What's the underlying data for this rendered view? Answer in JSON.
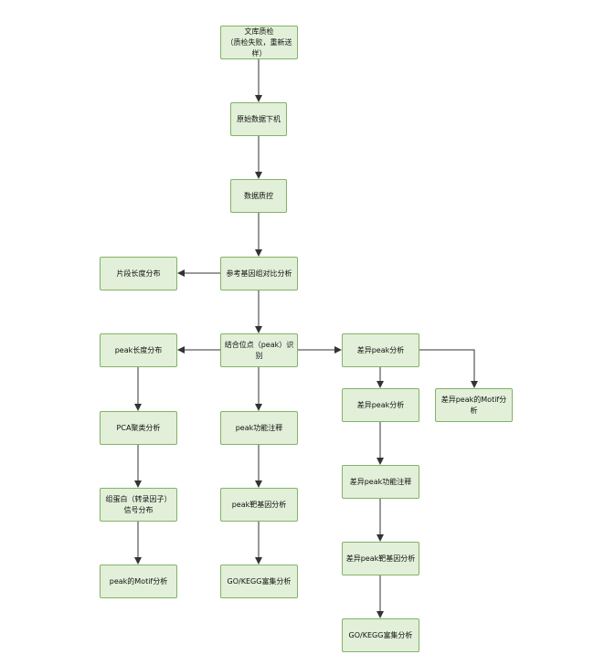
{
  "diagram": {
    "colors": {
      "node_fill": "#e2efd9",
      "node_border": "#82b366",
      "arrow": "#333333"
    },
    "nodes": {
      "library_qc": "文库质检\n（质检失败，重新送样）",
      "raw_data": "原始数据下机",
      "data_qc": "数据质控",
      "ref_align": "参考基因组对比分析",
      "fragment_len": "片段长度分布",
      "peak_call": "结合位点（peak）识别",
      "peak_len": "peak长度分布",
      "diff_peak_main": "差异peak分析",
      "diff_peak": "差异peak分析",
      "diff_motif": "差异peak的Motif分析",
      "pca": "PCA聚类分析",
      "peak_anno": "peak功能注释",
      "diff_anno": "差异peak功能注释",
      "tf_signal": "组蛋白（转录因子）\n信号分布",
      "peak_target": "peak靶基因分析",
      "diff_target": "差异peak靶基因分析",
      "peak_motif": "peak的Motif分析",
      "go_kegg": "GO/KEGG富集分析",
      "diff_go_kegg": "GO/KEGG富集分析"
    }
  }
}
